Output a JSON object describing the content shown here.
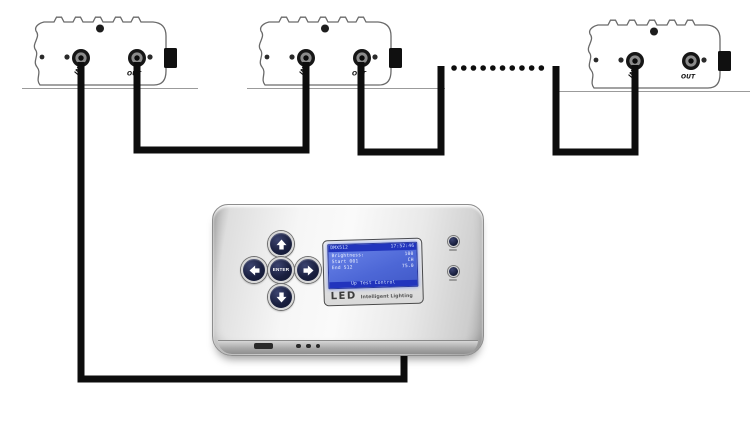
{
  "diagram": {
    "cable_color": "#0d0d0d",
    "outline_color": "#6a6a6a",
    "lcd_blue": "#4d67d6",
    "lcd_bar_blue": "#2134bd",
    "button_navy": "#1a2040",
    "controller_silver": "#e9e9e9"
  },
  "fixtures": [
    {
      "name": "led-fixture-1",
      "in_label": "IN",
      "out_label": "OUT"
    },
    {
      "name": "led-fixture-2",
      "in_label": "IN",
      "out_label": "OUT"
    },
    {
      "name": "led-fixture-3",
      "in_label": "IN",
      "out_label": "OUT"
    }
  ],
  "controller": {
    "enter_button_label": "ENTER",
    "brand": {
      "label": "LED",
      "sublabel": "Intelligent Lighting"
    },
    "lcd": {
      "header_left": "DMX512",
      "header_right": "17:52:46",
      "lines": [
        {
          "left": "Brightness:",
          "right": "100"
        },
        {
          "left": "Start  001",
          "right": "CH"
        },
        {
          "left": "End    512",
          "right": "75.0"
        }
      ],
      "footer": "Up Test Control"
    }
  }
}
